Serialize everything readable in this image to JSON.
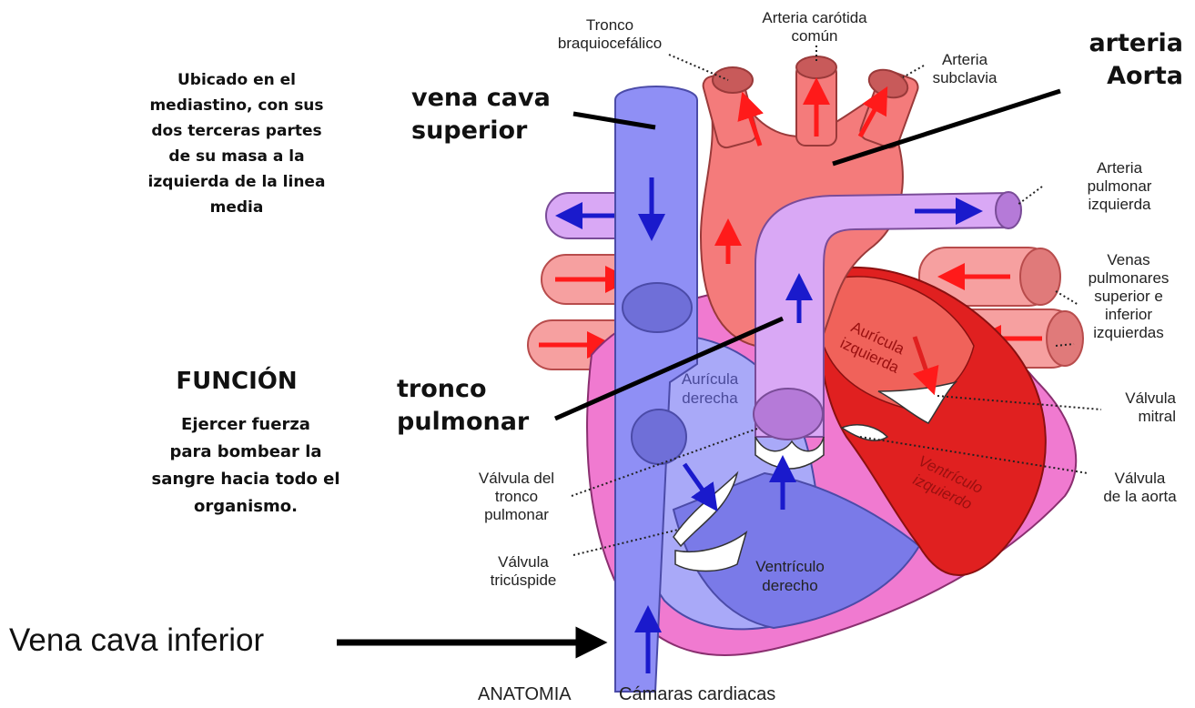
{
  "left_text": {
    "location": "Ubicado en el\nmediastino, con sus\ndos terceras partes\nde su masa a la\nizquierda de la linea\nmedia",
    "function_title": "FUNCIÓN",
    "function_body": "Ejercer  fuerza\npara bombear la\nsangre hacia todo el\norganismo."
  },
  "labels": {
    "vena_cava_superior": "vena cava\nsuperior",
    "tronco_pulmonar": "tronco\npulmonar",
    "arteria_aorta": "arteria\nAorta",
    "vena_cava_inferior": "Vena cava inferior",
    "tronco_braquiocefalico": "Tronco\nbraquiocefálico",
    "arteria_carotida": "Arteria carótida\ncomún",
    "arteria_subclavia": "Arteria\nsubclavia",
    "arteria_pulmonar_izq": "Arteria\npulmonar\nizquierda",
    "venas_pulmonares": "Venas\npulmonares\nsuperior e\ninferior\nizquierdas",
    "valvula_mitral": "Válvula\nmitral",
    "valvula_aorta": "Válvula\nde la aorta",
    "valvula_tronco": "Válvula del\ntronco\npulmonar",
    "valvula_tricuspide": "Válvula\ntricúspide",
    "auricula_derecha": "Aurícula\nderecha",
    "auricula_izquierda": "Aurícula\nizquierda",
    "ventriculo_derecho": "Ventrículo\nderecho",
    "ventriculo_izquierdo": "Ventrículo\nizquierdo"
  },
  "caption": {
    "anatomia": "ANATOMIA",
    "camaras": "Cámaras cardiacas"
  },
  "colors": {
    "vein_blue": "#8f8ff5",
    "vein_dark": "#6f6fd8",
    "artery_pink": "#f47b7b",
    "artery_dark": "#d06060",
    "pulmonary_lilac": "#d9a8f5",
    "wall_magenta": "#f07ad0",
    "left_ventricle_red": "#e02020",
    "arrow_red": "#ff1a1a",
    "arrow_blue": "#1a1acc"
  }
}
